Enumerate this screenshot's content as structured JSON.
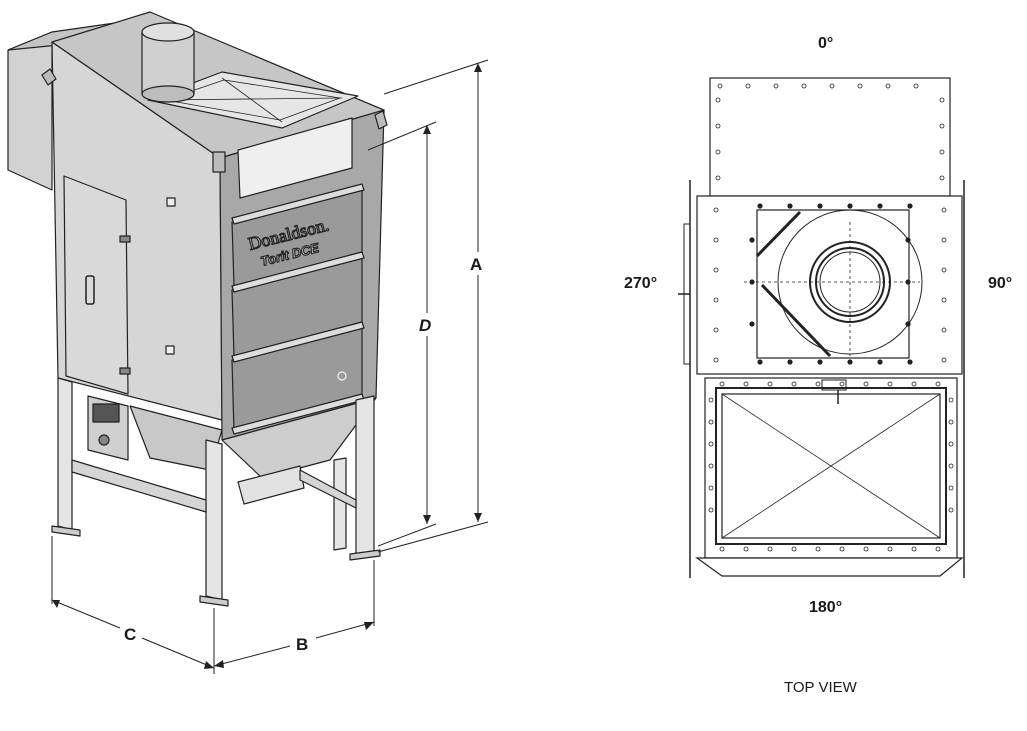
{
  "isometric_view": {
    "brand_name": "Donaldson.",
    "product_name": "Torit DCE",
    "dimension_labels": {
      "a": "A",
      "b": "B",
      "c": "C",
      "d": "D"
    }
  },
  "top_view": {
    "caption": "TOP VIEW",
    "angles": {
      "top": "0°",
      "right": "90°",
      "bottom": "180°",
      "left": "270°"
    }
  }
}
